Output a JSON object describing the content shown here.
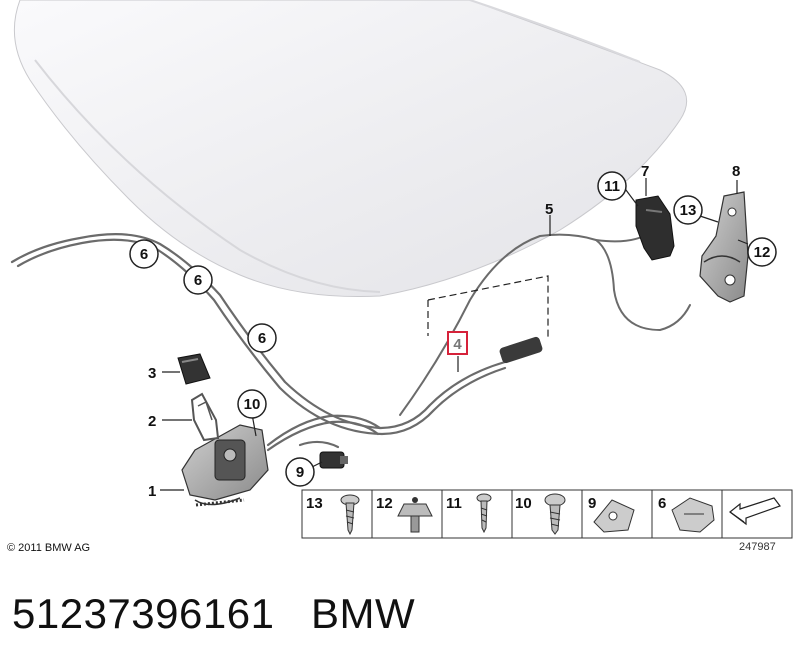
{
  "callouts": {
    "c1": "1",
    "c2": "2",
    "c3": "3",
    "c4": "4",
    "c5": "5",
    "c6a": "6",
    "c6b": "6",
    "c6c": "6",
    "c7": "7",
    "c8": "8",
    "c9": "9",
    "c10": "10",
    "c11": "11",
    "c12": "12",
    "c13": "13"
  },
  "legend": {
    "items": [
      "13",
      "12",
      "11",
      "10",
      "9",
      "6"
    ]
  },
  "copyright": "© 2011 BMW AG",
  "drawing_number": "247987",
  "footer": {
    "part_number": "51237396161",
    "brand": "BMW"
  },
  "colors": {
    "hood": "#f1f1f3",
    "cable": "#6b6b6b",
    "part_dark": "#3a3a3a",
    "highlight_box": "#d6223a",
    "line": "#222222"
  }
}
